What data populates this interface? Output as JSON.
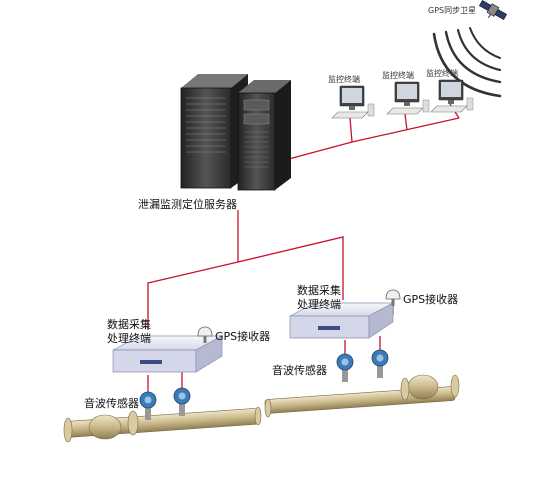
{
  "labels": {
    "satellite": "GPS同步卫星",
    "terminal_1": "监控终端",
    "terminal_2": "监控终端",
    "terminal_3": "监控终端",
    "server": "泄漏监测定位服务器",
    "daq_left": "数据采集\n处理终端",
    "gps_left": "GPS接收器",
    "sensor_left": "音波传感器",
    "daq_right": "数据采集\n处理终端",
    "gps_right": "GPS接收器",
    "sensor_right": "音波传感器"
  },
  "colors": {
    "link_line": "#c8102e",
    "pipe": "#c9b98a",
    "server_body": "#3a3a3a",
    "box_body": "#e4e6f2",
    "sensor": "#3b7bb7"
  },
  "icons": {
    "satellite": "satellite-icon",
    "server": "server-tower-icon",
    "terminal": "computer-terminal-icon",
    "daq": "daq-box-icon",
    "gps": "gps-antenna-icon",
    "sensor": "acoustic-sensor-icon",
    "pipe": "pipeline-icon"
  }
}
